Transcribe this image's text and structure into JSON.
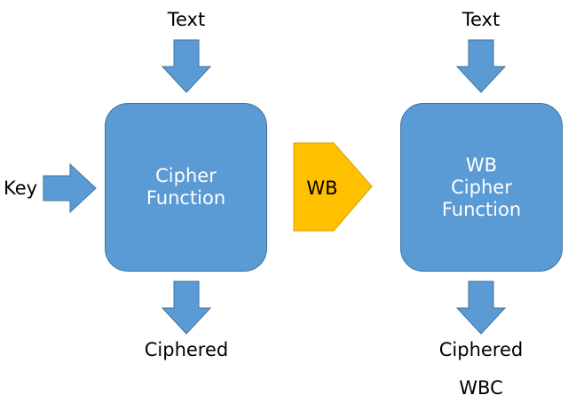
{
  "colors": {
    "box_fill": "#5b9bd5",
    "box_stroke": "#41719c",
    "arrow_fill": "#5b9bd5",
    "wb_fill": "#ffc000",
    "wb_stroke": "#d9a300",
    "text": "#000000",
    "box_text": "#ffffff"
  },
  "left": {
    "input_label": "Text",
    "key_label": "Key",
    "box_lines": [
      "Cipher",
      "Function"
    ],
    "output_label": "Ciphered"
  },
  "transform": {
    "label": "WB"
  },
  "right": {
    "input_label": "Text",
    "box_lines": [
      "WB",
      "Cipher",
      "Function"
    ],
    "output_label": "Ciphered",
    "caption": "WBC"
  }
}
